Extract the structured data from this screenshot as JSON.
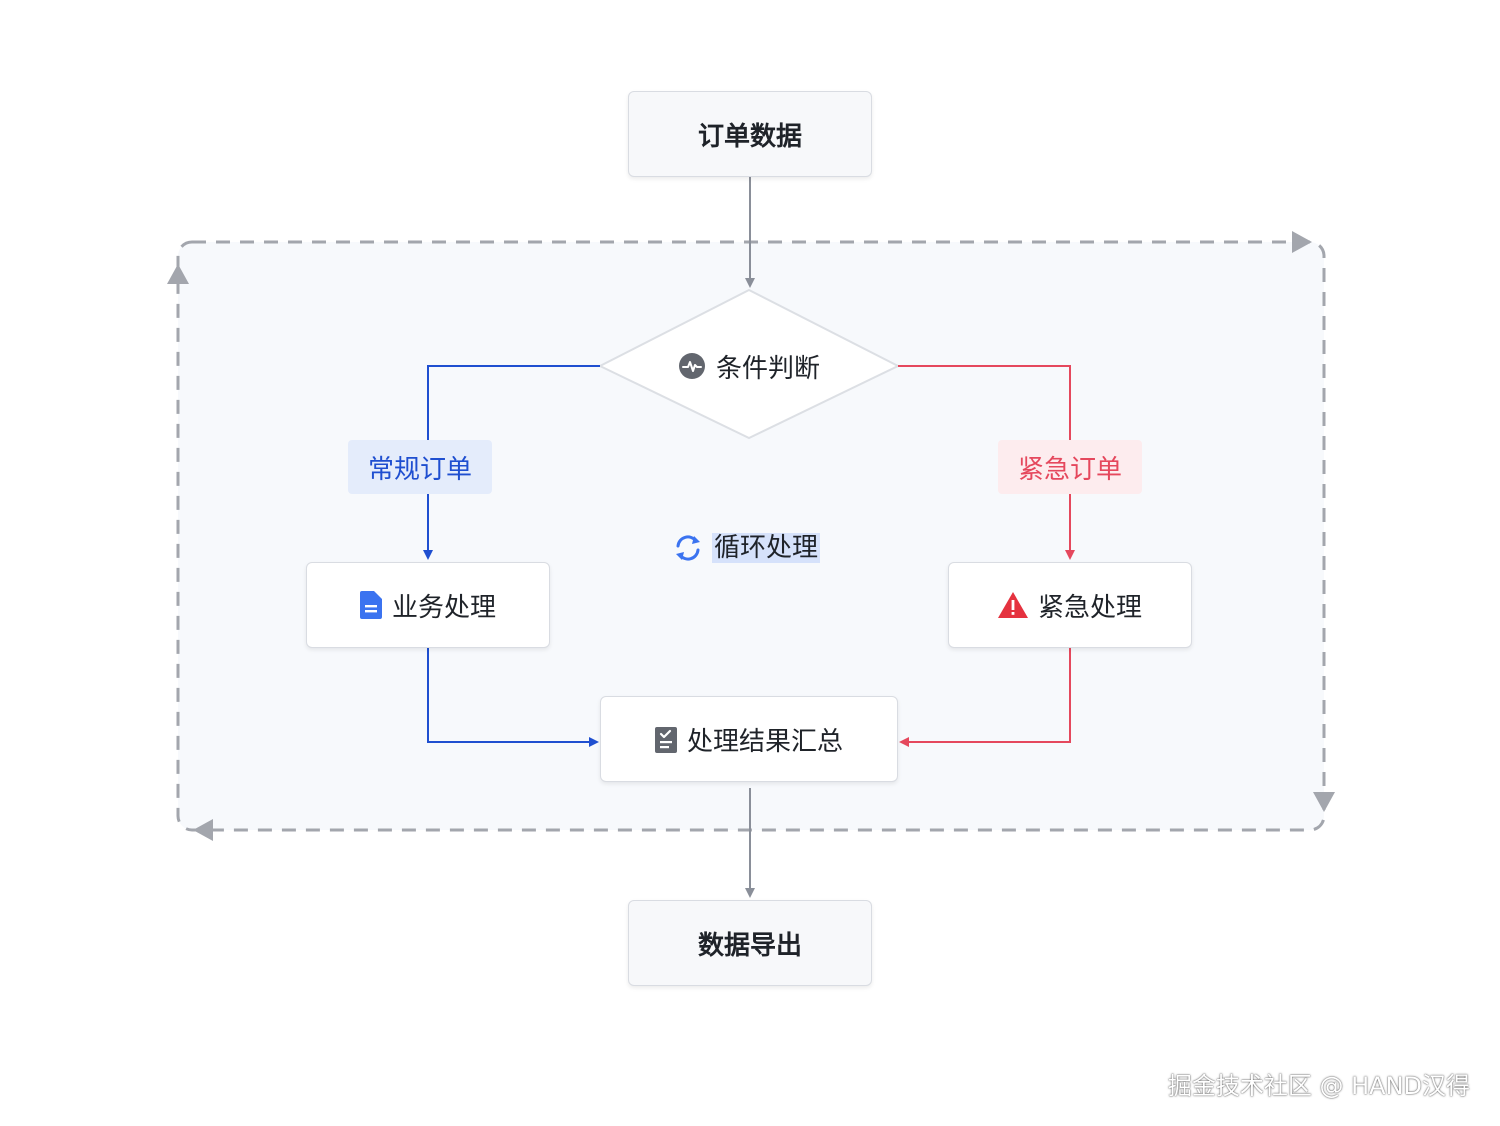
{
  "nodes": {
    "order_data": "订单数据",
    "condition": "条件判断",
    "regular_process": "业务处理",
    "urgent_process": "紧急处理",
    "summary": "处理结果汇总",
    "export": "数据导出"
  },
  "branches": {
    "regular": "常规订单",
    "urgent": "紧急订单"
  },
  "loop": {
    "label": "循环处理"
  },
  "watermark": "掘金技术社区 @ HAND汉得",
  "icons": {
    "condition": "activity-icon",
    "regular_process": "document-icon",
    "urgent_process": "warning-icon",
    "summary": "clipboard-check-icon",
    "loop": "refresh-icon"
  },
  "colors": {
    "regular": "#1f4fd0",
    "urgent": "#e5485d",
    "neutral_line": "#8a8f99",
    "loop_border": "#a3a6ad",
    "loop_fill": "#f7f9fc"
  }
}
